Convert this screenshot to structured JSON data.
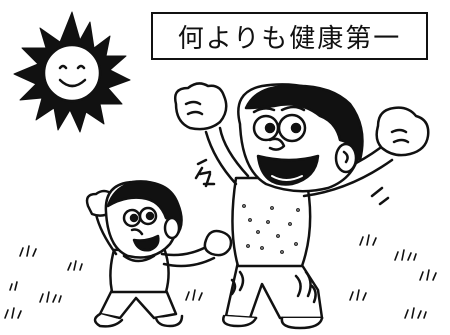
{
  "caption": {
    "text": "何よりも健康第一"
  },
  "illustration": {
    "elements": [
      "smiling-sun",
      "father-cheering",
      "child-cheering",
      "grass-tufts"
    ],
    "colors": {
      "ink": "#111111",
      "paper": "#ffffff"
    }
  }
}
